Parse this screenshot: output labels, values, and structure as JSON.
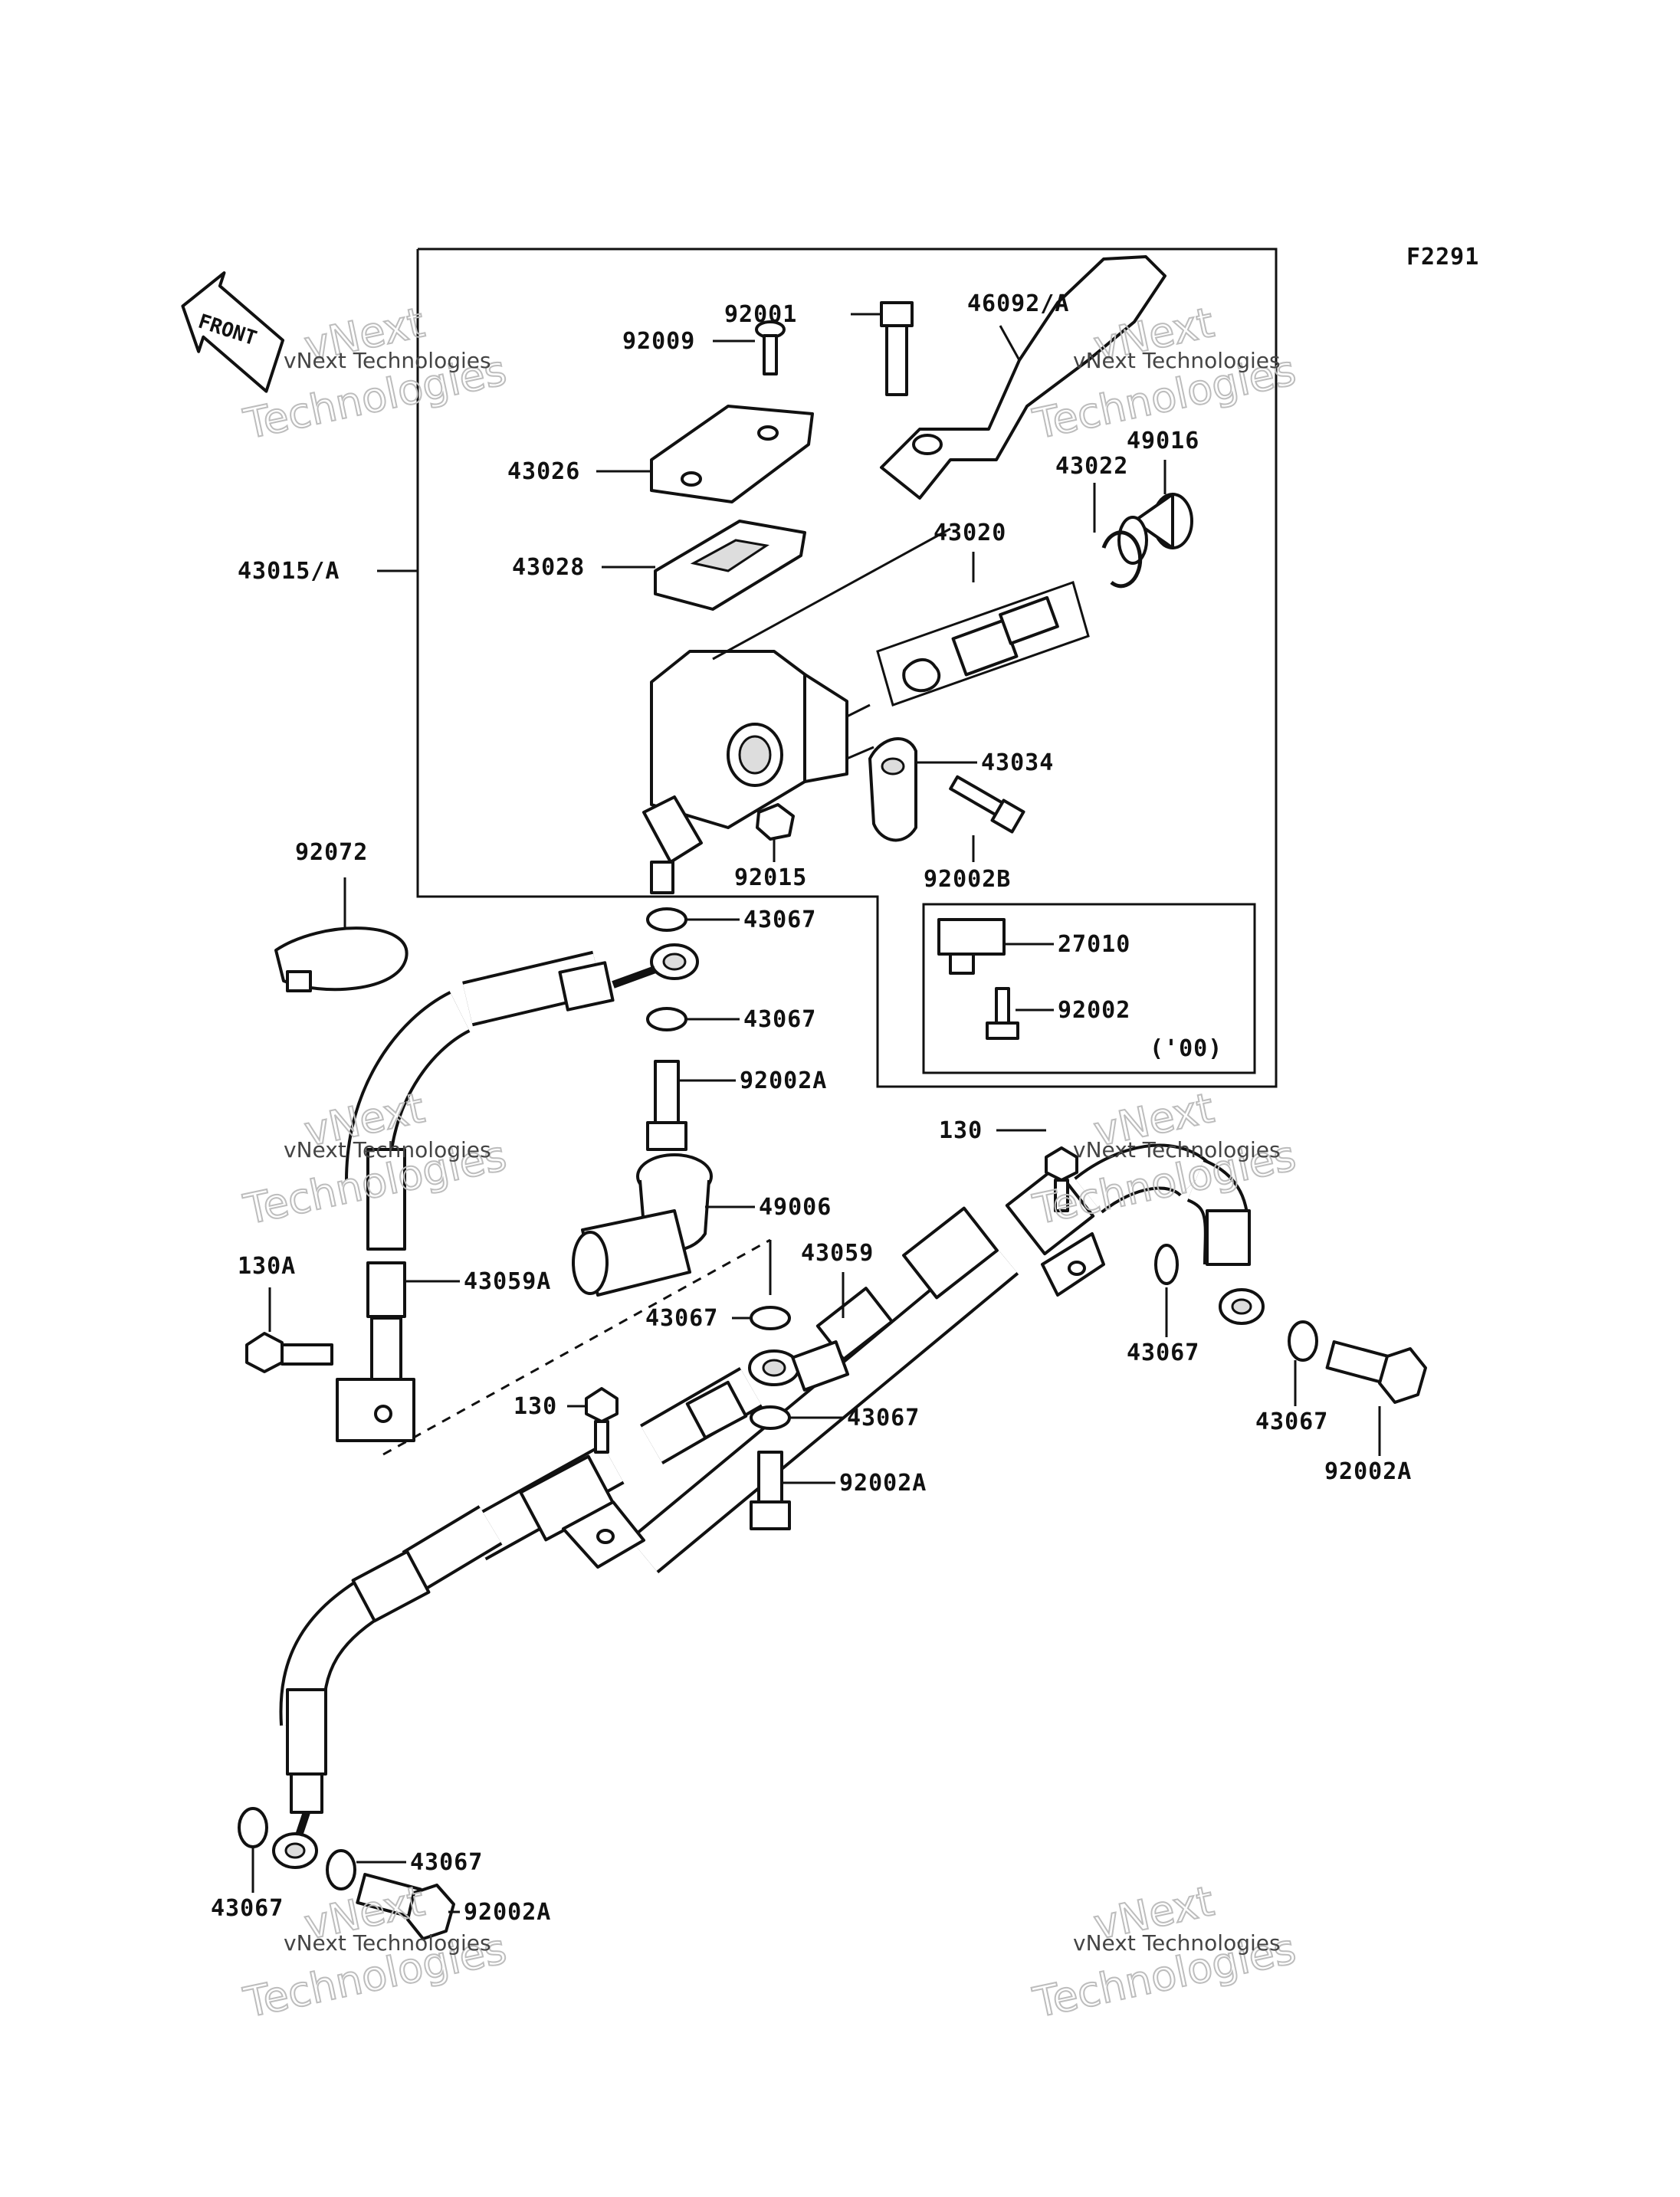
{
  "figure_code": "F2291",
  "front_label": "FRONT",
  "watermark": {
    "line1": "vNext Technologies",
    "line2a": "vNext",
    "line2b": "Technologies"
  },
  "note": "('00)",
  "parts": {
    "p92001": "92001",
    "p46092A": "46092/A",
    "p92009": "92009",
    "p43026": "43026",
    "p49016": "49016",
    "p43022": "43022",
    "p43015A": "43015/A",
    "p43028": "43028",
    "p43020": "43020",
    "p43034": "43034",
    "p92015": "92015",
    "p92002B": "92002B",
    "p92072": "92072",
    "p27010": "27010",
    "p92002": "92002",
    "p49006": "49006",
    "p43059": "43059",
    "p43059A": "43059A",
    "p130": "130",
    "p130A": "130A",
    "p92002A": "92002A",
    "p43067": "43067"
  }
}
